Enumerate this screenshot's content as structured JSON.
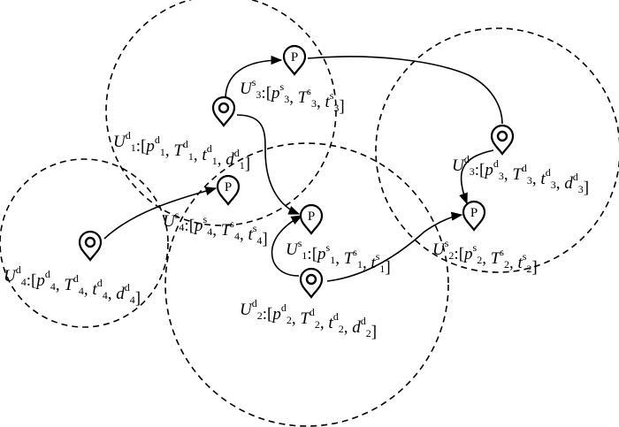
{
  "symbols": {
    "user": "U",
    "open": "[",
    "close": "]",
    "colon": ":",
    "comma": ", ",
    "p": "p",
    "T": "T",
    "t": "t",
    "d": "d",
    "drv": "d",
    "srv": "s",
    "pin_letter": "P"
  },
  "labels": [
    {
      "id": "u1d",
      "index": "1",
      "role": "d",
      "fields": 4
    },
    {
      "id": "u2d",
      "index": "2",
      "role": "d",
      "fields": 4
    },
    {
      "id": "u3d",
      "index": "3",
      "role": "d",
      "fields": 4
    },
    {
      "id": "u4d",
      "index": "4",
      "role": "d",
      "fields": 4
    },
    {
      "id": "u1s",
      "index": "1",
      "role": "s",
      "fields": 3
    },
    {
      "id": "u2s",
      "index": "2",
      "role": "s",
      "fields": 3
    },
    {
      "id": "u3s",
      "index": "3",
      "role": "s",
      "fields": 3
    },
    {
      "id": "u4s",
      "index": "4",
      "role": "s",
      "fields": 3
    }
  ],
  "icons": {
    "driver_pin": "location-ring-pin-icon",
    "service_pin": "parking-pin-icon"
  }
}
